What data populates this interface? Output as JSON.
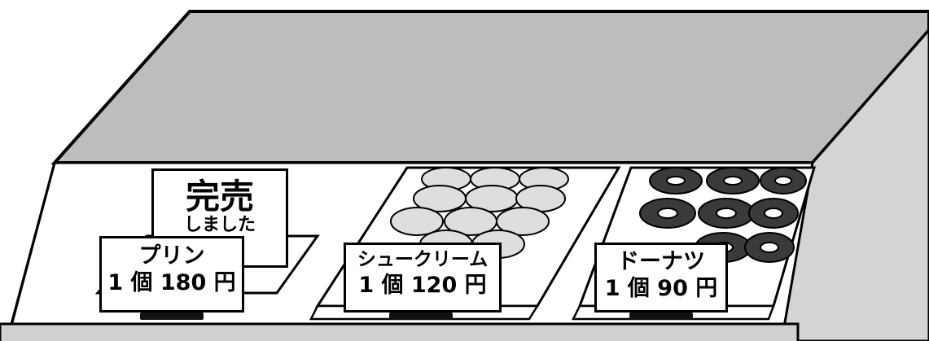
{
  "sold_out_sign": {
    "line1": "完売",
    "line2": "しました"
  },
  "price_labels": [
    {
      "name": "プリン",
      "price": "1 個 180 円"
    },
    {
      "name": "シュークリーム",
      "price": "1 個 120 円"
    },
    {
      "name": "ドーナツ",
      "price": "1 個 90 円"
    }
  ],
  "colors": {
    "case_top": "#bdbdbd",
    "case_front": "#d0d0d0",
    "donut": "#3a3a3a",
    "cream_puff": "#dedede"
  },
  "icons": [
    "cream-puff-icon",
    "donut-icon"
  ]
}
